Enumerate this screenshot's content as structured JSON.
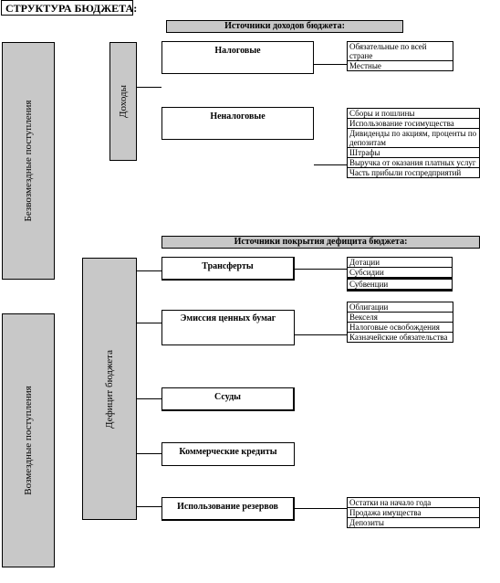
{
  "title": "СТРУКТУРА БЮДЖЕТА:",
  "side_labels": {
    "irrevocable": "Безвозмездные поступления",
    "revocable": "Возмездные поступления",
    "income": "Доходы",
    "deficit": "Дефицит бюджета"
  },
  "income_header": "Источники доходов бюджета:",
  "deficit_header": "Источники покрытия дефицита бюджета:",
  "income_nodes": [
    {
      "label": "Налоговые",
      "items": [
        "Обязательные по всей стране",
        "Местные"
      ]
    },
    {
      "label": "Неналоговые",
      "items": [
        "Сборы и пошлины",
        "Использование госимущества",
        "Дивиденды по акциям, проценты по депозитам",
        "Штрафы",
        "Выручка от оказания платных услуг",
        "Часть прибыли госпредприятий"
      ]
    }
  ],
  "deficit_nodes": [
    {
      "label": "Трансферты",
      "items": [
        "Дотации",
        "Субсидии",
        "Субвенции"
      ]
    },
    {
      "label": "Эмиссия ценных бумаг",
      "items": [
        "Облигации",
        "Векселя",
        "Налоговые освобождения",
        "Казначейские обязательства"
      ]
    },
    {
      "label": "Ссуды",
      "items": []
    },
    {
      "label": "Коммерческие кредиты",
      "items": []
    },
    {
      "label": "Использование резервов",
      "items": [
        "Остатки на начало года",
        "Продажа имущества",
        "Депозиты"
      ]
    }
  ]
}
